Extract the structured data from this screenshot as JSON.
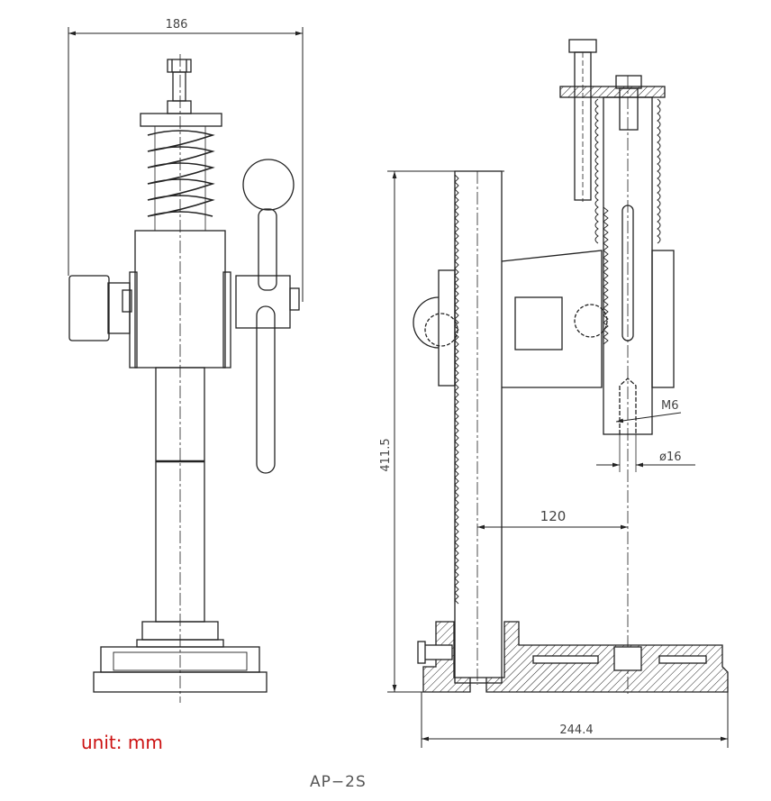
{
  "dimensions": {
    "width_front": "186",
    "height_side": "411.5",
    "throat_depth": "120",
    "base_length": "244.4",
    "thread": "M6",
    "shaft_diameter": "ø16"
  },
  "unit_label": "unit: mm",
  "model": "AP−2S"
}
